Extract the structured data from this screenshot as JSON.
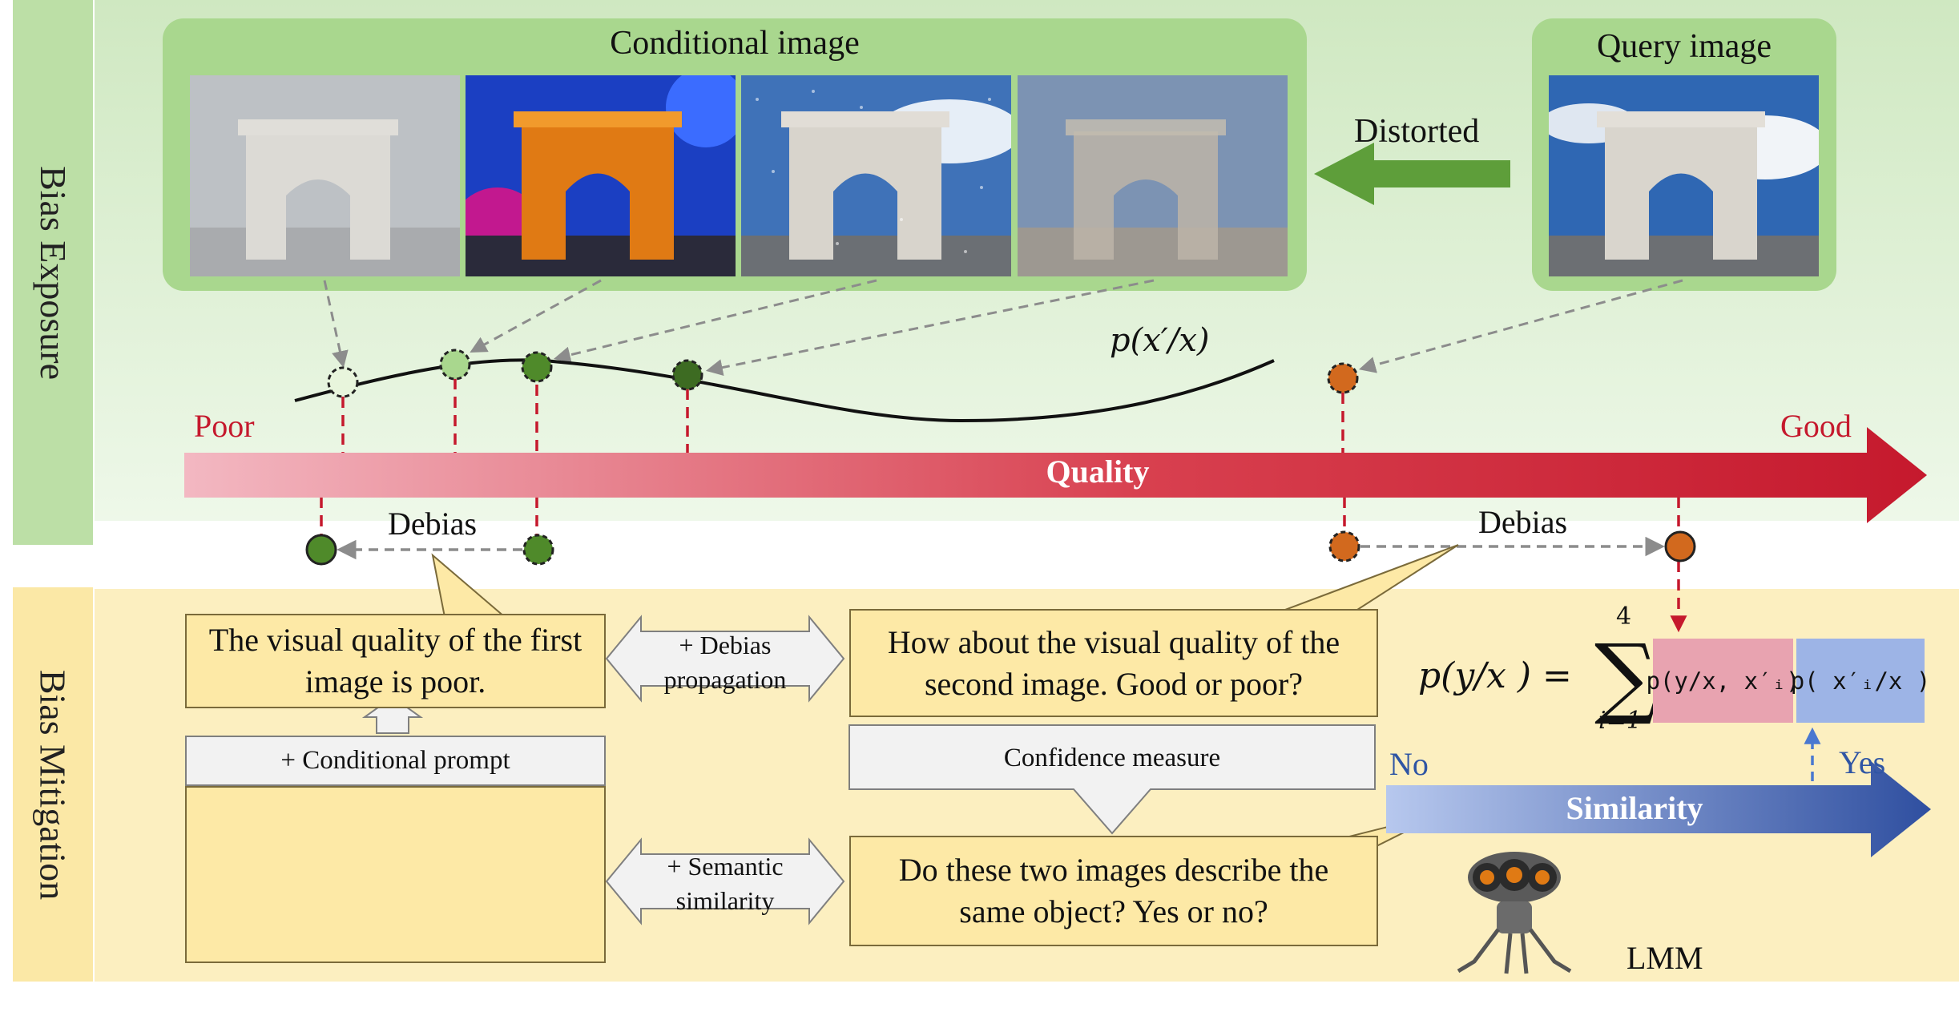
{
  "sections": {
    "bias_exposure": "Bias Exposure",
    "bias_mitigation": "Bias Mitigation"
  },
  "conditional_panel": {
    "title": "Conditional image"
  },
  "query_panel": {
    "title": "Query image"
  },
  "distorted_label": "Distorted",
  "curve_label": "p(x′/x)",
  "quality_axis": {
    "label": "Quality",
    "left": "Poor",
    "right": "Good"
  },
  "debias_left": "Debias",
  "debias_right": "Debias",
  "boxes": {
    "first_image": "The visual quality of the first image is poor.",
    "second_image": "How about the visual quality of the second image.  Good or poor?",
    "same_object": "Do these two images describe the same object? Yes or no?",
    "debias_propagation": "+ Debias propagation",
    "conditional_prompt": "+ Conditional prompt",
    "confidence_measure": "Confidence measure",
    "semantic_similarity": "+ Semantic similarity"
  },
  "formula": {
    "lhs": "p(y/x ) =",
    "sum_top": "4",
    "sum_bottom": "i=1",
    "term1": "p(y/x, x′ᵢ)",
    "term2": "p( x′ᵢ/x )"
  },
  "similarity_axis": {
    "label": "Similarity",
    "left": "No",
    "right": "Yes"
  },
  "lmm_label": "LMM",
  "colors": {
    "exposure_bg": "#dff0d6",
    "mitigation_bg": "#fdf0c2",
    "panel": "#a9d78e",
    "quality_arrow": "#c5192d",
    "similarity_arrow": "#2f55a4",
    "green_dot": "#4f8a2a",
    "orange_dot": "#d2691e",
    "pink_box": "#e8a3b0",
    "blue_box": "#9db4e6"
  }
}
